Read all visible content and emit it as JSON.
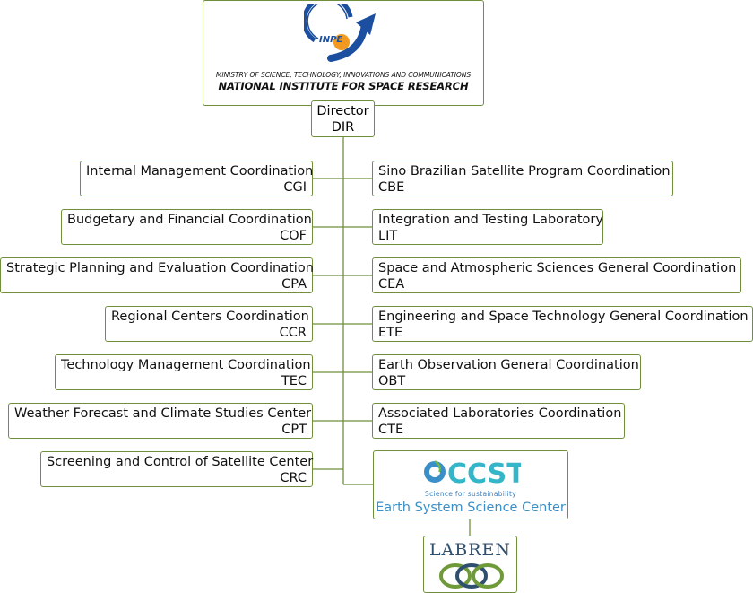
{
  "header": {
    "logo_text": "INPE",
    "ministry": "MINISTRY OF SCIENCE, TECHNOLOGY, INNOVATIONS AND COMMUNICATIONS",
    "institute": "NATIONAL INSTITUTE FOR SPACE RESEARCH"
  },
  "director": {
    "name": "Director",
    "abbr": "DIR"
  },
  "left_units": [
    {
      "name": "Internal Management Coordination",
      "abbr": "CGI"
    },
    {
      "name": "Budgetary and Financial Coordination",
      "abbr": "COF"
    },
    {
      "name": "Strategic Planning and Evaluation Coordination",
      "abbr": "CPA"
    },
    {
      "name": "Regional Centers Coordination",
      "abbr": "CCR"
    },
    {
      "name": "Technology Management Coordination",
      "abbr": "TEC"
    },
    {
      "name": "Weather Forecast and Climate Studies Center",
      "abbr": "CPT"
    },
    {
      "name": "Screening and Control of Satellite Center",
      "abbr": "CRC"
    }
  ],
  "right_units": [
    {
      "name": "Sino Brazilian Satellite Program Coordination",
      "abbr": "CBE"
    },
    {
      "name": "Integration and Testing Laboratory",
      "abbr": "LIT"
    },
    {
      "name": "Space and Atmospheric Sciences General Coordination",
      "abbr": "CEA"
    },
    {
      "name": "Engineering and Space Technology General Coordination",
      "abbr": "ETE"
    },
    {
      "name": "Earth Observation General Coordination",
      "abbr": "OBT"
    },
    {
      "name": "Associated Laboratories Coordination",
      "abbr": "CTE"
    }
  ],
  "ccst": {
    "logo_text": "CCST",
    "tagline": "Science for sustainability",
    "name": "Earth System Science Center"
  },
  "labren": {
    "logo_text": "LABREN"
  },
  "colors": {
    "border": "#6f8f3c",
    "inpe_blue": "#1c4fa0",
    "inpe_orange": "#f29a1f",
    "ccst_blue": "#3a8fc8",
    "ccst_yellow": "#f5c500",
    "ccst_teal": "#35b6c8",
    "labren_green": "#6f9a3a",
    "labren_blue": "#2f4f6f"
  }
}
